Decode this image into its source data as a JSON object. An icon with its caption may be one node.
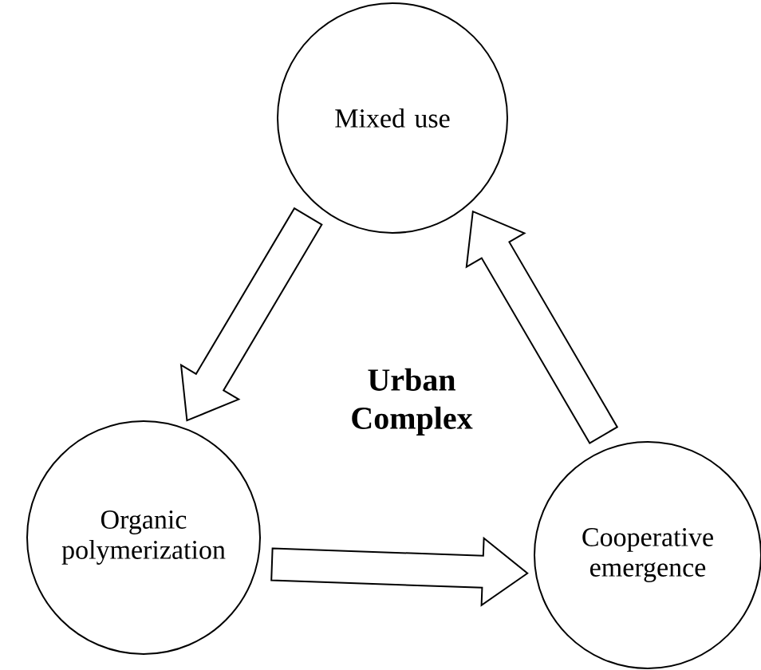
{
  "diagram": {
    "nodes": [
      {
        "text": [
          "Mixed use"
        ]
      },
      {
        "text": [
          "Organic polymerization"
        ]
      },
      {
        "text": [
          "Cooperative emergence"
        ]
      }
    ],
    "edges": [
      {
        "from": 0,
        "to": 1,
        "arrow": "to"
      },
      {
        "from": 1,
        "to": 2,
        "arrow": "to"
      },
      {
        "from": 2,
        "to": 0,
        "arrow": "to"
      }
    ],
    "labels": [
      "**Urban Complex**"
    ]
  }
}
